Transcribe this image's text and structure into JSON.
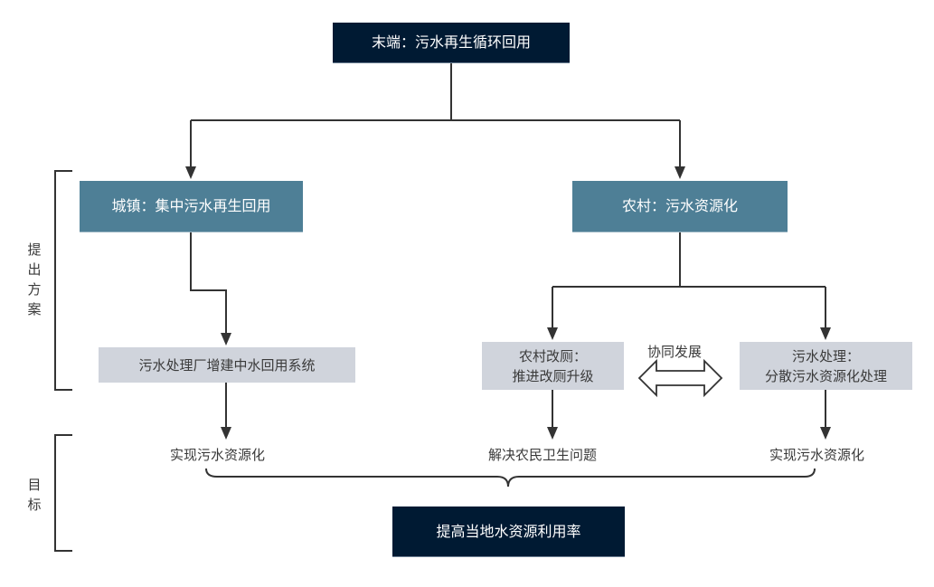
{
  "diagram": {
    "top": {
      "text": "末端：污水再生循环回用"
    },
    "urban": {
      "text": "城镇：集中污水再生回用"
    },
    "rural": {
      "text": "农村：污水资源化"
    },
    "urban_action": {
      "text": "污水处理厂增建中水回用系统"
    },
    "rural_toilet": {
      "line1": "农村改厕：",
      "line2": "推进改厕升级"
    },
    "rural_sewage": {
      "line1": "污水处理：",
      "line2": "分散污水资源化处理"
    },
    "synergy": {
      "text": "协同发展"
    },
    "goal_urban": {
      "text": "实现污水资源化"
    },
    "goal_toilet": {
      "text": "解决农民卫生问题"
    },
    "goal_rural": {
      "text": "实现污水资源化"
    },
    "final": {
      "text": "提高当地水资源利用率"
    }
  },
  "side_labels": {
    "proposal": "提出方案",
    "target": "目标"
  },
  "colors": {
    "dark": "#001a33",
    "teal": "#4e7f96",
    "grey": "#d0d4dc",
    "line": "#333333"
  }
}
